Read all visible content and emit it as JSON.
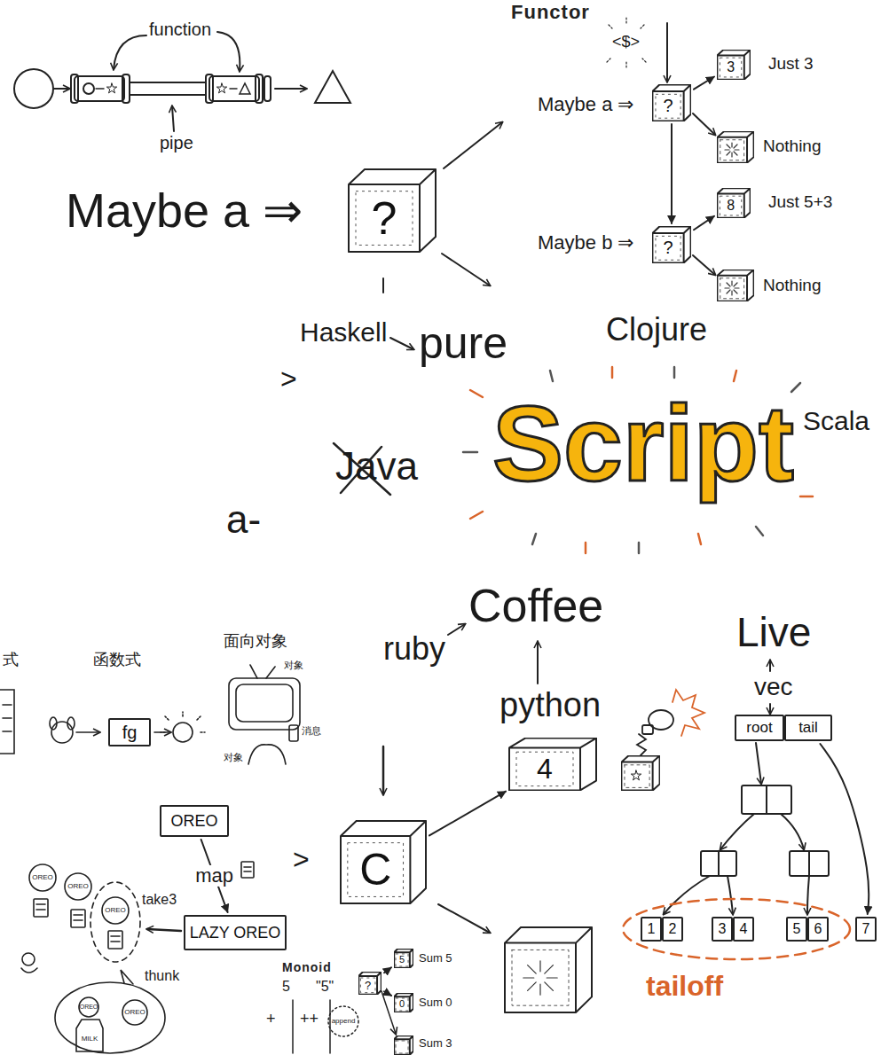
{
  "diagram": {
    "nodes": [
      {
        "text": [
          "?"
        ]
      },
      {
        "text": [
          "3"
        ]
      },
      {
        "text": [
          "?"
        ]
      },
      {
        "text": [
          "8"
        ]
      },
      {
        "text": [
          "?"
        ]
      },
      {
        "text": [
          "fg"
        ]
      },
      {
        "text": [
          "OREO"
        ]
      },
      {
        "text": [
          "C"
        ]
      },
      {
        "text": [
          "4"
        ]
      },
      {
        "text": [
          "root"
        ]
      },
      {
        "text": [
          "tail"
        ]
      },
      {
        "text": [
          "LAZY OREO"
        ]
      },
      {
        "text": [
          "?"
        ]
      },
      {
        "text": [
          "5"
        ]
      },
      {
        "text": [
          "0"
        ]
      },
      {
        "text": [
          "1"
        ]
      },
      {
        "text": [
          "2"
        ]
      },
      {
        "text": [
          "3"
        ]
      },
      {
        "text": [
          "4"
        ]
      },
      {
        "text": [
          "5"
        ]
      },
      {
        "text": [
          "6"
        ]
      },
      {
        "text": [
          "7"
        ]
      }
    ],
    "edges": [
      {
        "from": 0,
        "to": 1,
        "arrow": "to"
      },
      {
        "from": 0,
        "to": 2,
        "arrow": "to"
      },
      {
        "from": 2,
        "to": 3,
        "arrow": "to"
      },
      {
        "from": 6,
        "to": 11,
        "arrow": "to",
        "label": "map"
      },
      {
        "from": 7,
        "to": 8,
        "arrow": "to"
      },
      {
        "from": 10,
        "to": 21,
        "arrow": "to"
      },
      {
        "from": 12,
        "to": 13,
        "arrow": "to"
      },
      {
        "from": 12,
        "to": 14,
        "arrow": "to"
      }
    ],
    "labels": [
      "function",
      "pipe",
      "Functor",
      "<$>",
      "Maybe a ⇒",
      "Just 3",
      "Nothing",
      "Maybe b ⇒",
      "Just 5+3",
      "Nothing",
      "Maybe a ⇒",
      "Haskell",
      "pure",
      "Clojure",
      "Scala",
      ">",
      "Java",
      "Script",
      "a-",
      "Coffee",
      "ruby",
      "python",
      "Live",
      "vec",
      "tailoff",
      "式",
      "函数式",
      "面向对象",
      "对象",
      "消息",
      "对象",
      "OREO",
      "OREO",
      "OREO",
      "take3",
      "thunk",
      "Monoid",
      "MILK",
      "OREO",
      "OREO",
      ">",
      "5",
      "\"5\"",
      "+",
      "++",
      "append",
      "Sum 5",
      "Sum 0",
      "Sum 3"
    ]
  }
}
